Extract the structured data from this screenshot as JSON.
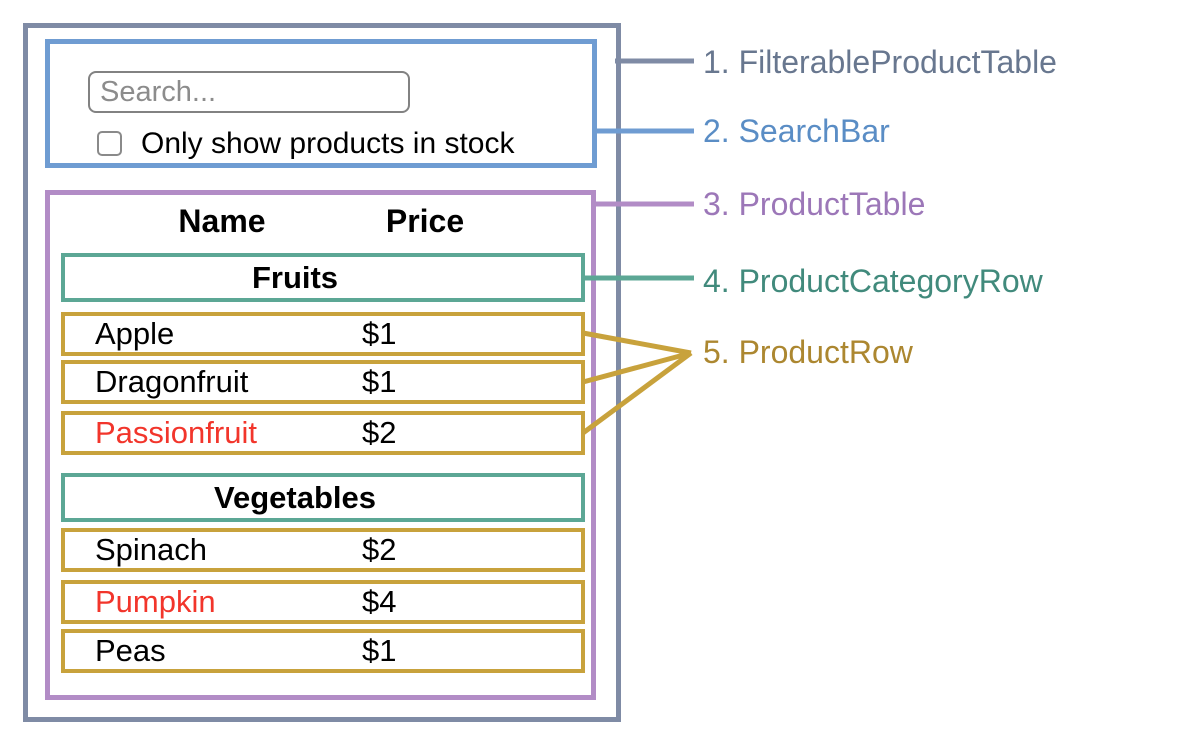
{
  "search_bar": {
    "placeholder": "Search...",
    "checkbox_label": "Only show products in stock",
    "checkbox_checked": false
  },
  "product_table": {
    "name_header": "Name",
    "price_header": "Price",
    "sections": [
      {
        "category": "Fruits",
        "products": [
          {
            "name": "Apple",
            "price": "$1",
            "red_text": false
          },
          {
            "name": "Dragonfruit",
            "price": "$1",
            "red_text": false
          },
          {
            "name": "Passionfruit",
            "price": "$2",
            "red_text": true
          }
        ]
      },
      {
        "category": "Vegetables",
        "products": [
          {
            "name": "Spinach",
            "price": "$2",
            "red_text": false
          },
          {
            "name": "Pumpkin",
            "price": "$4",
            "red_text": true
          },
          {
            "name": "Peas",
            "price": "$1",
            "red_text": false
          }
        ]
      }
    ]
  },
  "legend": [
    {
      "label": "1. FilterableProductTable",
      "color": "#68778F"
    },
    {
      "label": "2. SearchBar",
      "color": "#5A8DC5"
    },
    {
      "label": "3. ProductTable",
      "color": "#9C77B8"
    },
    {
      "label": "4. ProductCategoryRow",
      "color": "#418A7C"
    },
    {
      "label": "5. ProductRow",
      "color": "#AC8730"
    }
  ],
  "colors": {
    "filterable_product_table_border": "#7F8BA5",
    "search_bar_border": "#6F9CD2",
    "product_table_border": "#B28CC6",
    "category_row_border": "#5CA795",
    "product_row_border": "#C8A23C",
    "out_of_stock_text": "#F2352B"
  }
}
